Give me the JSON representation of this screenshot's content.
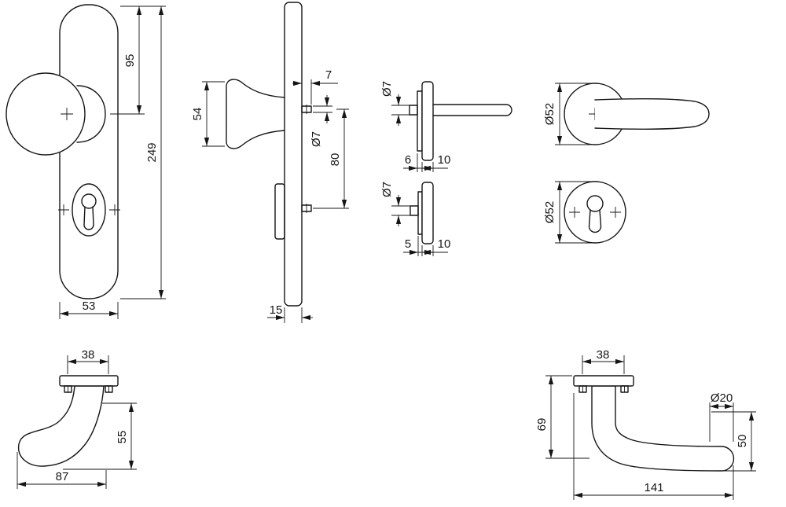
{
  "views": {
    "plate_front": {
      "height_to_knob": "95",
      "total_height": "249",
      "width": "53"
    },
    "plate_side": {
      "knob_face_height": "54",
      "screw_width": "7",
      "screw_dia": "Ø7",
      "screw_spacing": "80",
      "thickness": "15"
    },
    "rose_side_top": {
      "pin_dia": "Ø7",
      "flange_thickness": "6",
      "body_thickness": "10"
    },
    "rose_side_bottom": {
      "pin_dia": "Ø7",
      "flange_thickness": "5",
      "body_thickness": "10"
    },
    "rose_front": {
      "diameter": "Ø52"
    },
    "escutcheon_front": {
      "diameter": "Ø52"
    },
    "knob_side": {
      "hole_spacing": "38",
      "height": "55",
      "length": "87"
    },
    "lever_side": {
      "hole_spacing": "38",
      "grip_dia": "Ø20",
      "height": "69",
      "drop": "50",
      "length": "141"
    }
  }
}
